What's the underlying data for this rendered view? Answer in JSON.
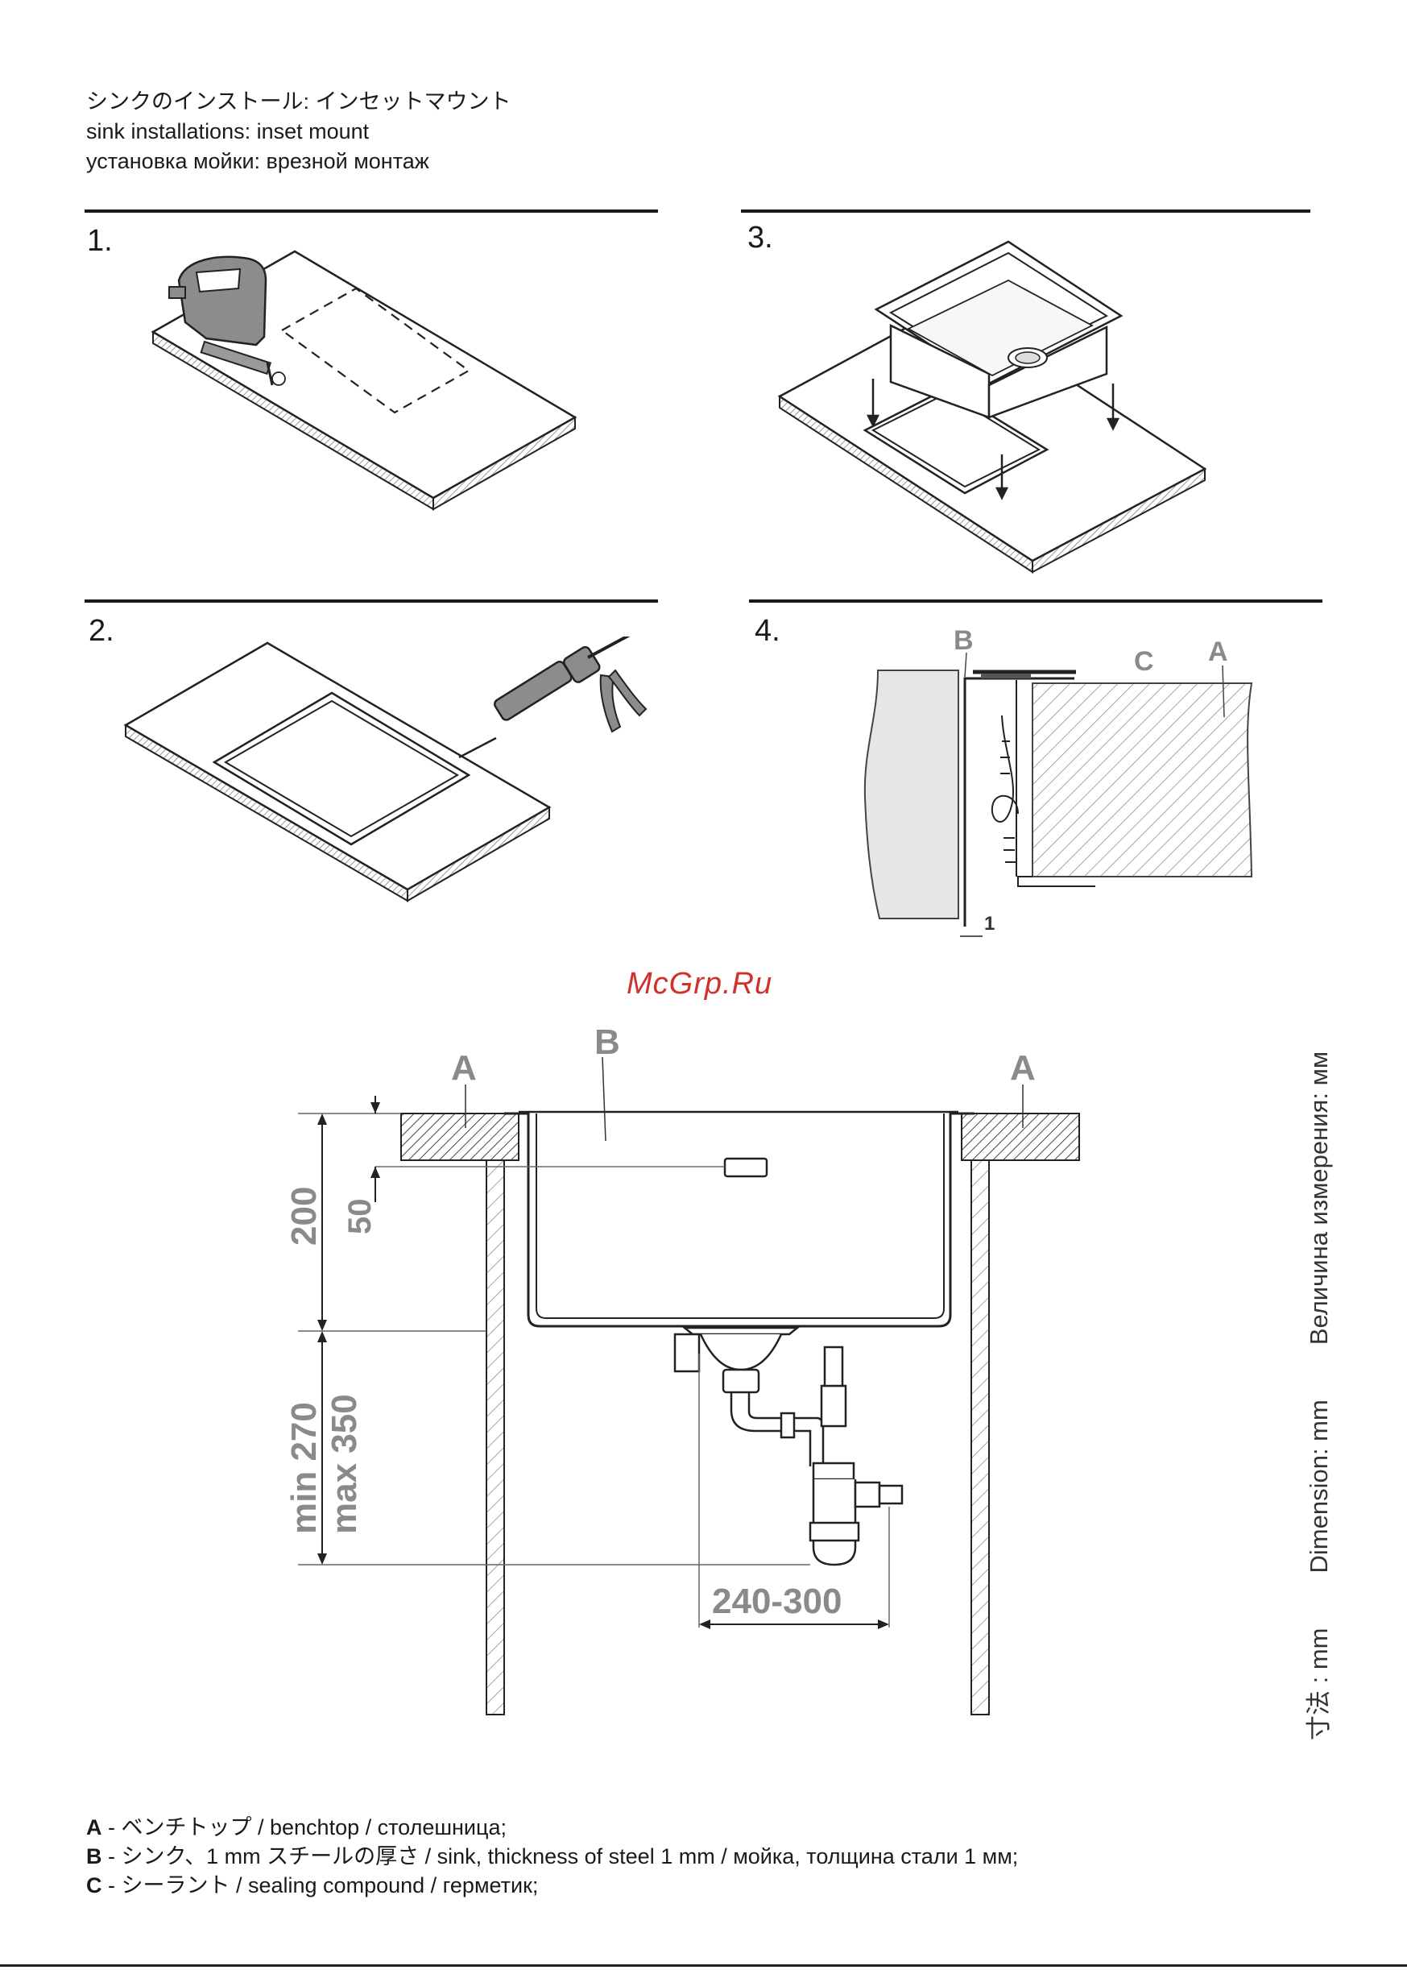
{
  "header": {
    "title_jp": "シンクのインストール: インセットマウント",
    "title_en": "sink installations: inset mount",
    "title_ru": "установка мойки: врезной монтаж"
  },
  "steps": {
    "s1": "1.",
    "s2": "2.",
    "s3": "3.",
    "s4": "4."
  },
  "detail4": {
    "label_b": "B",
    "label_c": "C",
    "label_a": "A",
    "gap": "1"
  },
  "watermark": "McGrp.Ru",
  "section": {
    "label_a_left": "A",
    "label_b": "B",
    "label_a_right": "A",
    "dim_200": "200",
    "dim_50": "50",
    "dim_min": "min 270",
    "dim_max": "max 350",
    "dim_width": "240-300"
  },
  "units": {
    "ru": "Величина измерения: мм",
    "en": "Dimension: mm",
    "jp": "寸法 : mm"
  },
  "legend": {
    "a_key": "A",
    "a_text": " - ベンチトップ / benchtop / столешница;",
    "b_key": "B",
    "b_text": " - シンク、1 mm スチールの厚さ / sink, thickness of steel 1 mm / мойка, толщина стали 1 мм;",
    "c_key": "C",
    "c_text": " - シーラント / sealing compound / герметик;"
  },
  "colors": {
    "ink": "#1a1a1a",
    "dim_gray": "#8a8a8a",
    "watermark": "#d0322a",
    "hatch_fill": "#555555"
  }
}
